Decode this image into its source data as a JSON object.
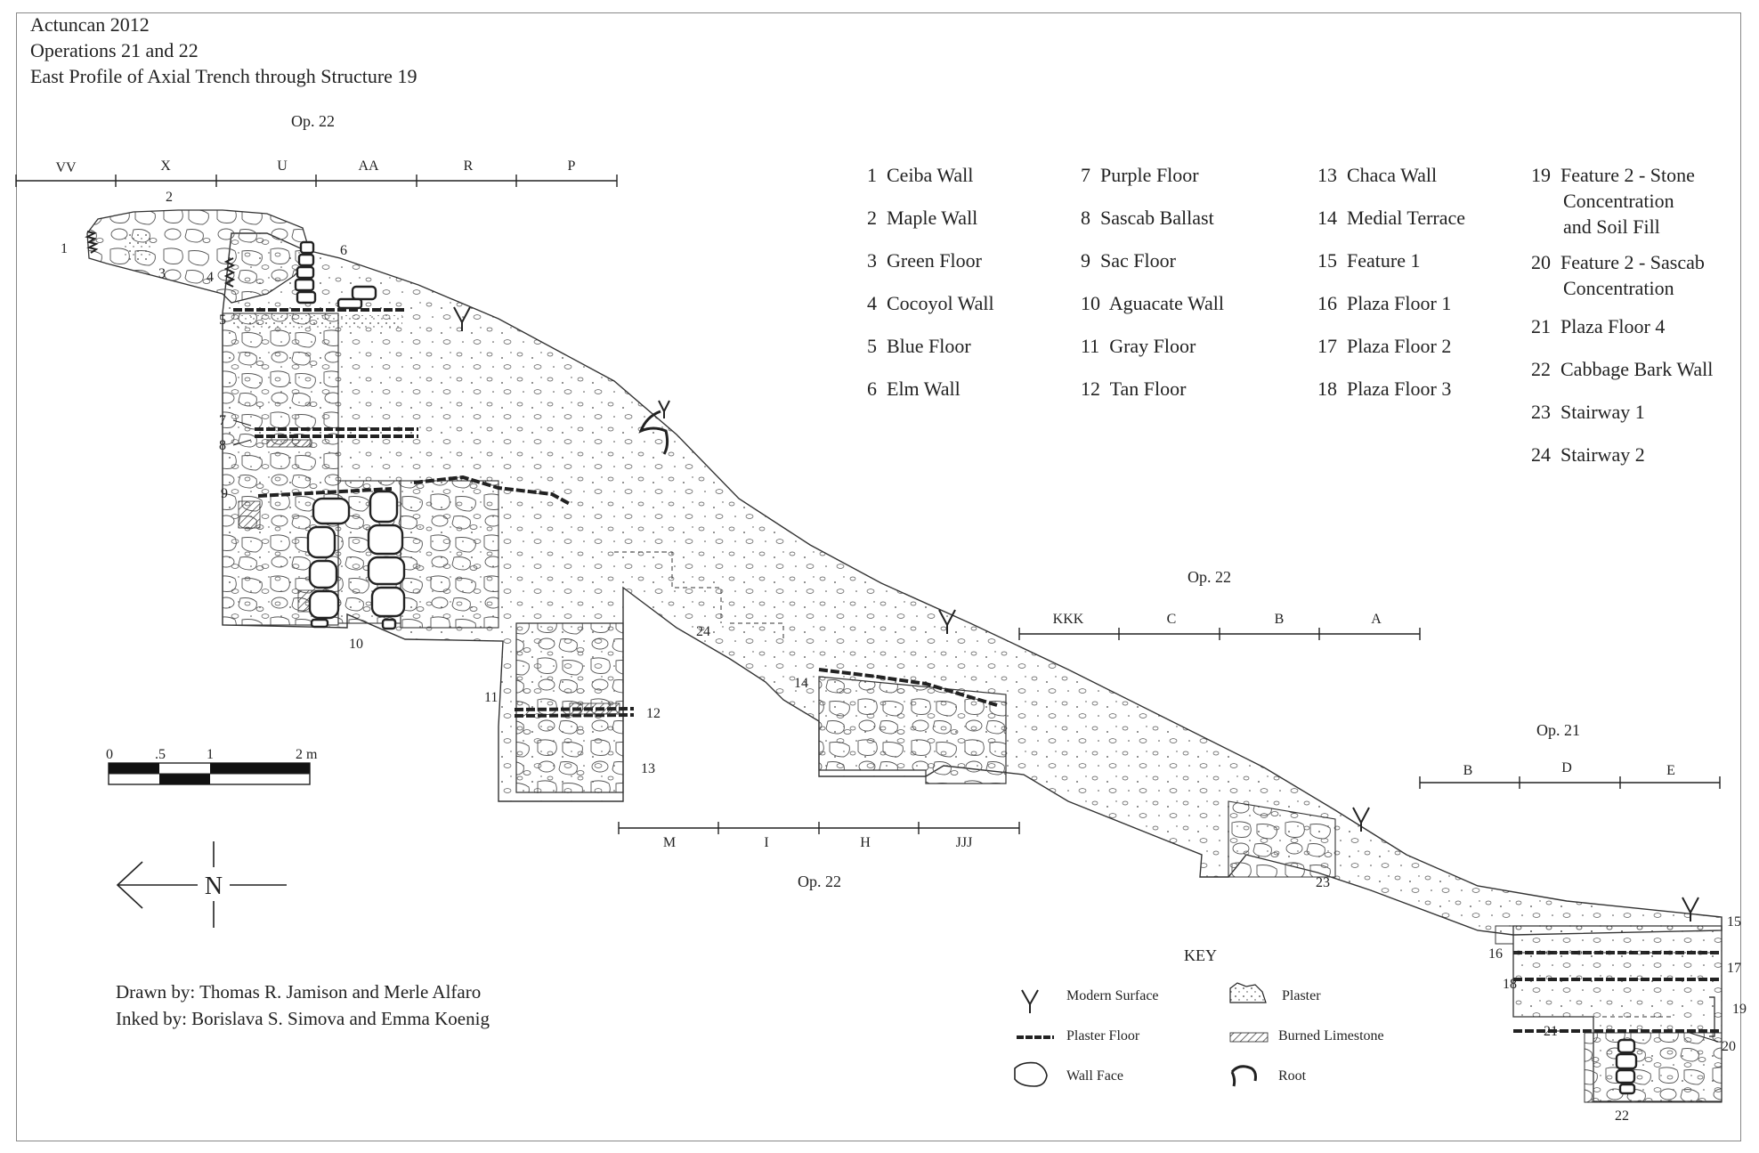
{
  "title": {
    "line1": "Actuncan 2012",
    "line2": "Operations 21 and 22",
    "line3": "East Profile of Axial Trench through Structure 19"
  },
  "op_labels": {
    "top_left": "Op. 22",
    "mid_right": "Op. 22",
    "right": "Op. 21",
    "bottom": "Op. 22"
  },
  "units_top": [
    "VV",
    "X",
    "U",
    "AA",
    "R",
    "P"
  ],
  "units_mid": [
    "KKK",
    "C",
    "B",
    "A"
  ],
  "units_right": [
    "B",
    "D",
    "E"
  ],
  "units_bottom": [
    "M",
    "I",
    "H",
    "JJJ"
  ],
  "legend": [
    {
      "num": "1",
      "label": "Ceiba Wall"
    },
    {
      "num": "2",
      "label": "Maple Wall"
    },
    {
      "num": "3",
      "label": "Green Floor"
    },
    {
      "num": "4",
      "label": "Cocoyol Wall"
    },
    {
      "num": "5",
      "label": "Blue Floor"
    },
    {
      "num": "6",
      "label": "Elm Wall"
    },
    {
      "num": "7",
      "label": "Purple Floor"
    },
    {
      "num": "8",
      "label": "Sascab Ballast"
    },
    {
      "num": "9",
      "label": "Sac Floor"
    },
    {
      "num": "10",
      "label": "Aguacate Wall"
    },
    {
      "num": "11",
      "label": "Gray Floor"
    },
    {
      "num": "12",
      "label": "Tan Floor"
    },
    {
      "num": "13",
      "label": "Chaca Wall"
    },
    {
      "num": "14",
      "label": "Medial Terrace"
    },
    {
      "num": "15",
      "label": "Feature 1"
    },
    {
      "num": "16",
      "label": "Plaza Floor 1"
    },
    {
      "num": "17",
      "label": "Plaza Floor 2"
    },
    {
      "num": "18",
      "label": "Plaza Floor 3"
    },
    {
      "num": "19",
      "label": "Feature 2 - Stone",
      "label2": "Concentration",
      "label3": "and Soil Fill"
    },
    {
      "num": "20",
      "label": "Feature 2 - Sascab",
      "label2": "Concentration"
    },
    {
      "num": "21",
      "label": "Plaza Floor 4"
    },
    {
      "num": "22",
      "label": "Cabbage Bark Wall"
    },
    {
      "num": "23",
      "label": "Stairway 1"
    },
    {
      "num": "24",
      "label": "Stairway 2"
    }
  ],
  "scale": {
    "t0": "0",
    "t1": ".5",
    "t2": "1",
    "t3": "2 m"
  },
  "north": "N",
  "credits": {
    "drawn": "Drawn by: Thomas R. Jamison and Merle Alfaro",
    "inked": "Inked by: Borislava S. Simova and Emma Koenig"
  },
  "key": {
    "title": "KEY",
    "modern_surface": "Modern Surface",
    "plaster": "Plaster",
    "plaster_floor": "Plaster Floor",
    "burned_limestone": "Burned Limestone",
    "wall_face": "Wall Face",
    "root": "Root"
  },
  "profile_labels": [
    "1",
    "2",
    "3",
    "4",
    "5",
    "6",
    "7",
    "8",
    "9",
    "10",
    "11",
    "12",
    "13",
    "14",
    "15",
    "16",
    "17",
    "18",
    "19",
    "20",
    "21",
    "22",
    "23",
    "24"
  ]
}
